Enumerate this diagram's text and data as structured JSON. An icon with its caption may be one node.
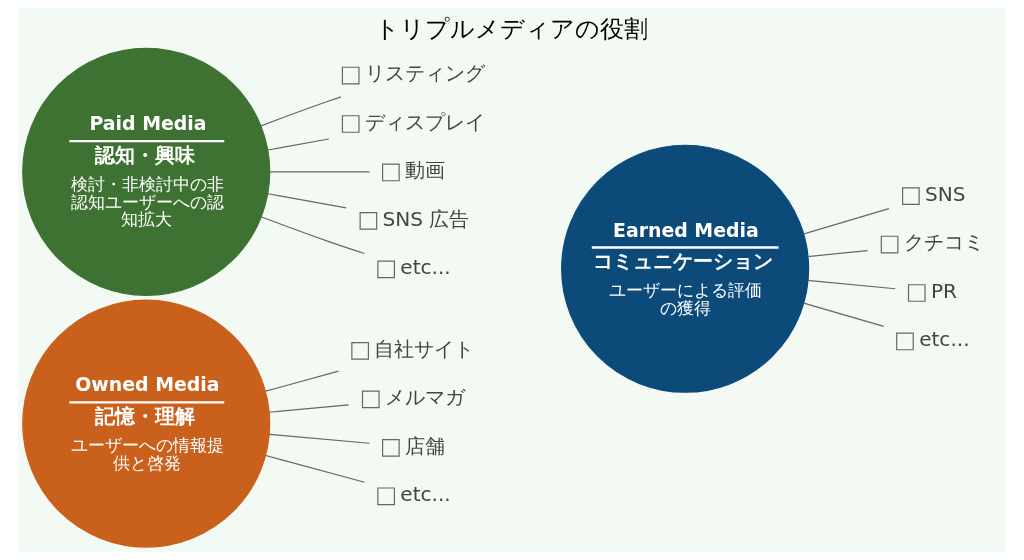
{
  "diagram": {
    "title": "トリプルメディアの役割",
    "nodes": [
      {
        "text": [
          "Owned Media",
          "記憶・理解",
          "ユーザーへの情報提供と啓発"
        ]
      },
      {
        "text": [
          "自社サイト"
        ]
      },
      {
        "text": [
          "メルマガ"
        ]
      },
      {
        "text": [
          "店舗"
        ]
      },
      {
        "text": [
          "etc..."
        ]
      },
      {
        "text": [
          "Paid Media",
          "認知・興味",
          "検討・非検討中の非認知ユーザーへの認知拡大"
        ]
      },
      {
        "text": [
          "リスティング"
        ]
      },
      {
        "text": [
          "ディスプレイ"
        ]
      },
      {
        "text": [
          "動画"
        ]
      },
      {
        "text": [
          "SNS 広告"
        ]
      },
      {
        "text": [
          "etc..."
        ]
      },
      {
        "text": [
          "Earned Media",
          "コミュニケーション",
          "ユーザーによる評価の獲得"
        ]
      },
      {
        "text": [
          "SNS"
        ]
      },
      {
        "text": [
          "クチコミ"
        ]
      },
      {
        "text": [
          "PR"
        ]
      },
      {
        "text": [
          "etc..."
        ]
      }
    ],
    "edges": [
      {
        "from": 0,
        "to": 1,
        "arrow": "none"
      },
      {
        "from": 0,
        "to": 2,
        "arrow": "none"
      },
      {
        "from": 0,
        "to": 3,
        "arrow": "none"
      },
      {
        "from": 0,
        "to": 4,
        "arrow": "none"
      },
      {
        "from": 5,
        "to": 6,
        "arrow": "none"
      },
      {
        "from": 5,
        "to": 7,
        "arrow": "none"
      },
      {
        "from": 5,
        "to": 8,
        "arrow": "none"
      },
      {
        "from": 5,
        "to": 9,
        "arrow": "none"
      },
      {
        "from": 5,
        "to": 10,
        "arrow": "none"
      },
      {
        "from": 11,
        "to": 12,
        "arrow": "none"
      },
      {
        "from": 11,
        "to": 13,
        "arrow": "none"
      },
      {
        "from": 11,
        "to": 14,
        "arrow": "none"
      },
      {
        "from": 11,
        "to": 15,
        "arrow": "none"
      }
    ]
  }
}
